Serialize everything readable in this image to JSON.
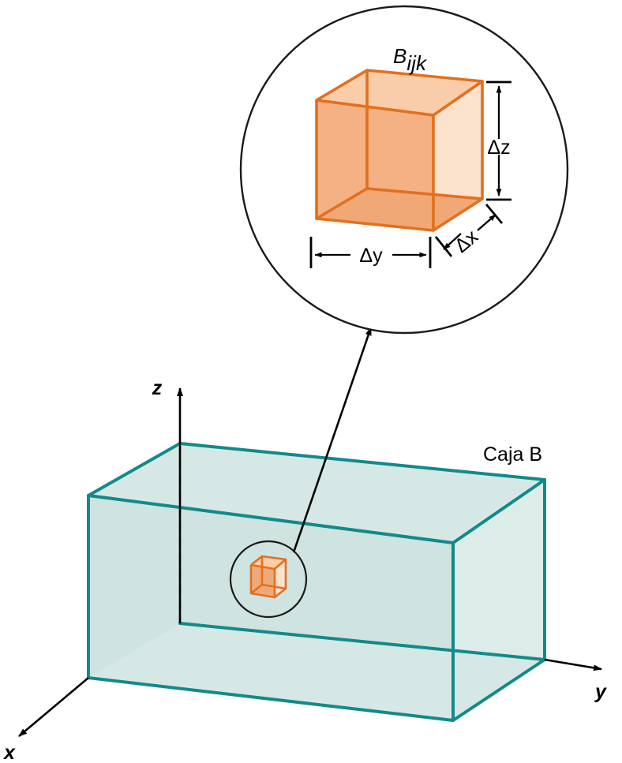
{
  "figure": {
    "title_label": "Caja B",
    "background_color": "#ffffff"
  },
  "magnified": {
    "cell_label": "B",
    "cell_subscript": "ijk",
    "dimensions": {
      "height_label": "Δz",
      "width_label": "Δy",
      "depth_label": "Δx"
    },
    "colors": {
      "edge": "#e2701e",
      "face_front": "#f4b183",
      "face_left": "#efa978",
      "face_top": "#f9cdaa",
      "face_right": "#fbe2cd",
      "circle_stroke": "#1a1a1a"
    }
  },
  "box": {
    "label": "Caja B",
    "colors": {
      "edge": "#128a8a",
      "fill_front": "#cfe3e0",
      "fill_top": "#d6e8e5",
      "fill_side": "#dcece9",
      "hidden_edge": "#8a8a8a"
    }
  },
  "axes": {
    "x_label": "x",
    "y_label": "y",
    "z_label": "z",
    "color": "#000000"
  },
  "callout": {
    "arrow_label": "magnifier-leader",
    "color": "#000000"
  }
}
